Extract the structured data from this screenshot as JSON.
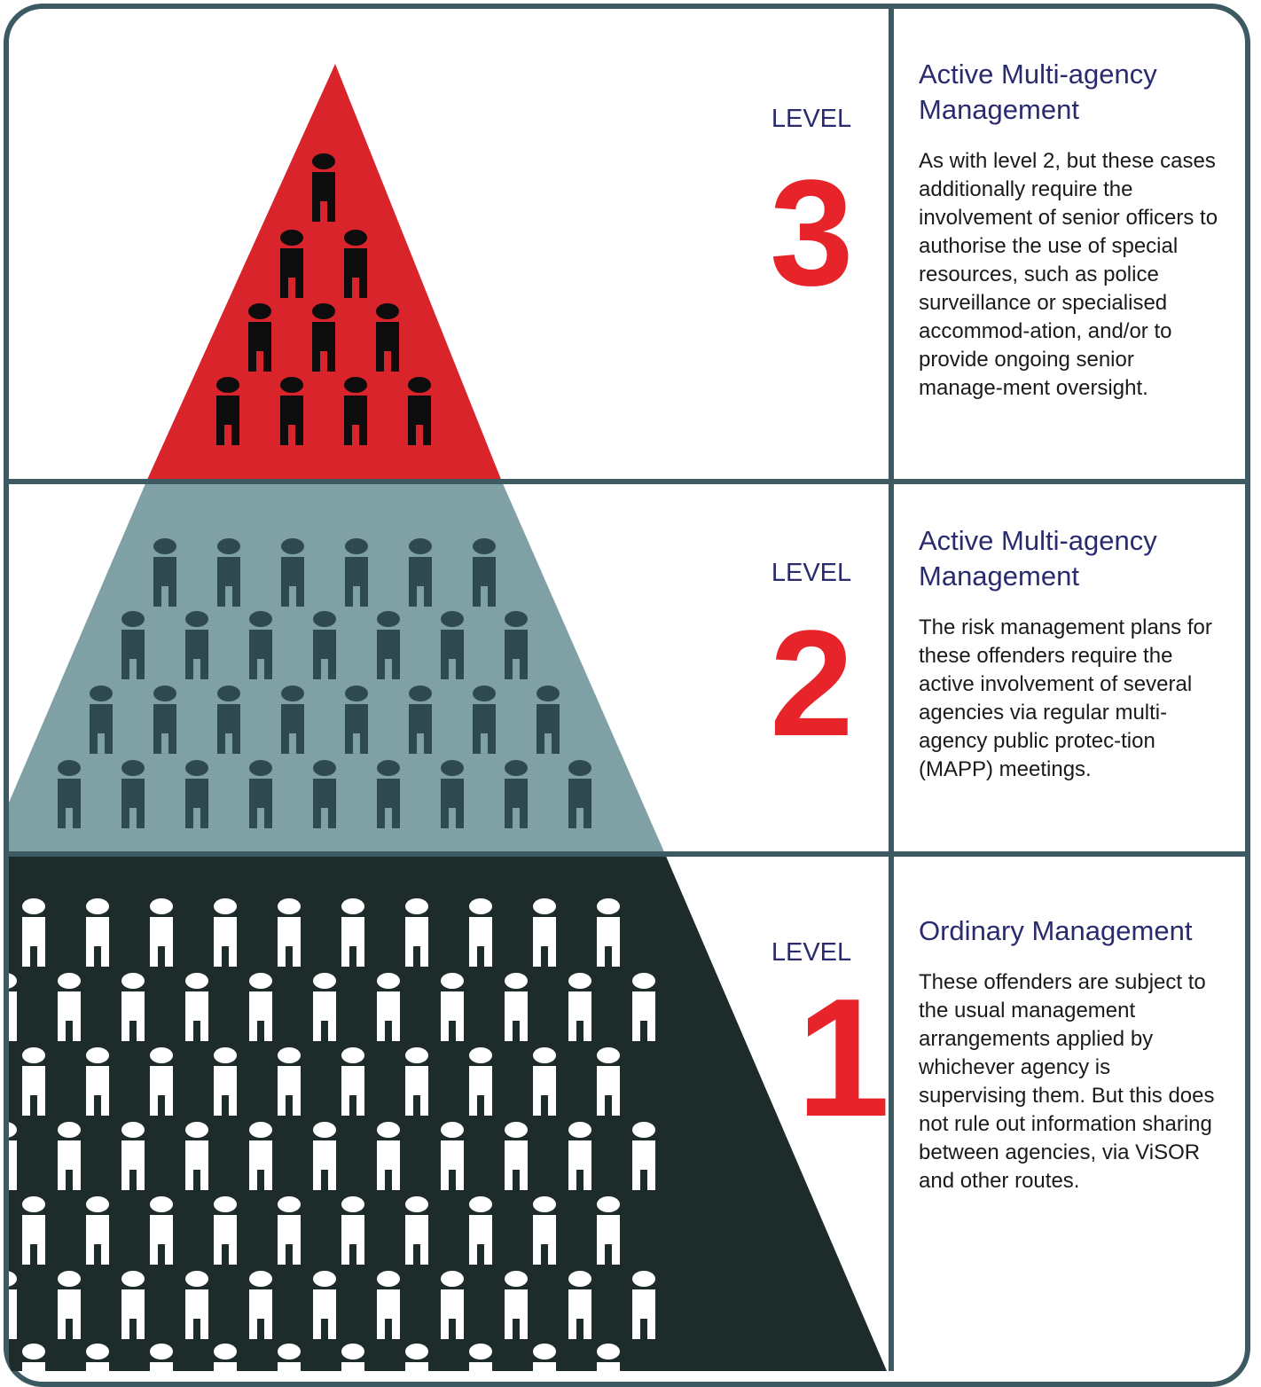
{
  "levels": [
    {
      "word": "LEVEL",
      "number": "3",
      "title": "Active Multi-agency Management",
      "body": "As with level 2, but these cases additionally require the involvement of senior officers to authorise the use of special resources, such as police surveillance or specialised accommod-ation, and/or to provide ongoing senior manage-ment oversight.",
      "fill_color": "#d9242b",
      "figure_color": "#0d0d0d",
      "figure_rows": [
        1,
        2,
        3,
        4
      ]
    },
    {
      "word": "LEVEL",
      "number": "2",
      "title": "Active Multi-agency Management",
      "body": "The risk management plans for these offenders require the active involvement of several agencies via regular multi-agency public protec-tion (MAPP) meetings.",
      "fill_color": "#7fa0a5",
      "figure_color": "#2f4a4e",
      "figure_rows": [
        6,
        7,
        8,
        9
      ]
    },
    {
      "word": "LEVEL",
      "number": "1",
      "title": "Ordinary Management",
      "body": "These offenders are subject to the usual management arrangements applied by whichever agency is supervising them. But this does not rule out information sharing between agencies, via ViSOR and other routes.",
      "fill_color": "#1d2b2b",
      "figure_color": "#ffffff",
      "figure_rows": [
        10,
        11,
        10,
        11,
        10,
        11,
        10
      ]
    }
  ],
  "colors": {
    "frame": "#3d5a63",
    "label_text": "#2a2a6e",
    "number_text": "#e8242b",
    "body_text": "#1a1a1a"
  }
}
